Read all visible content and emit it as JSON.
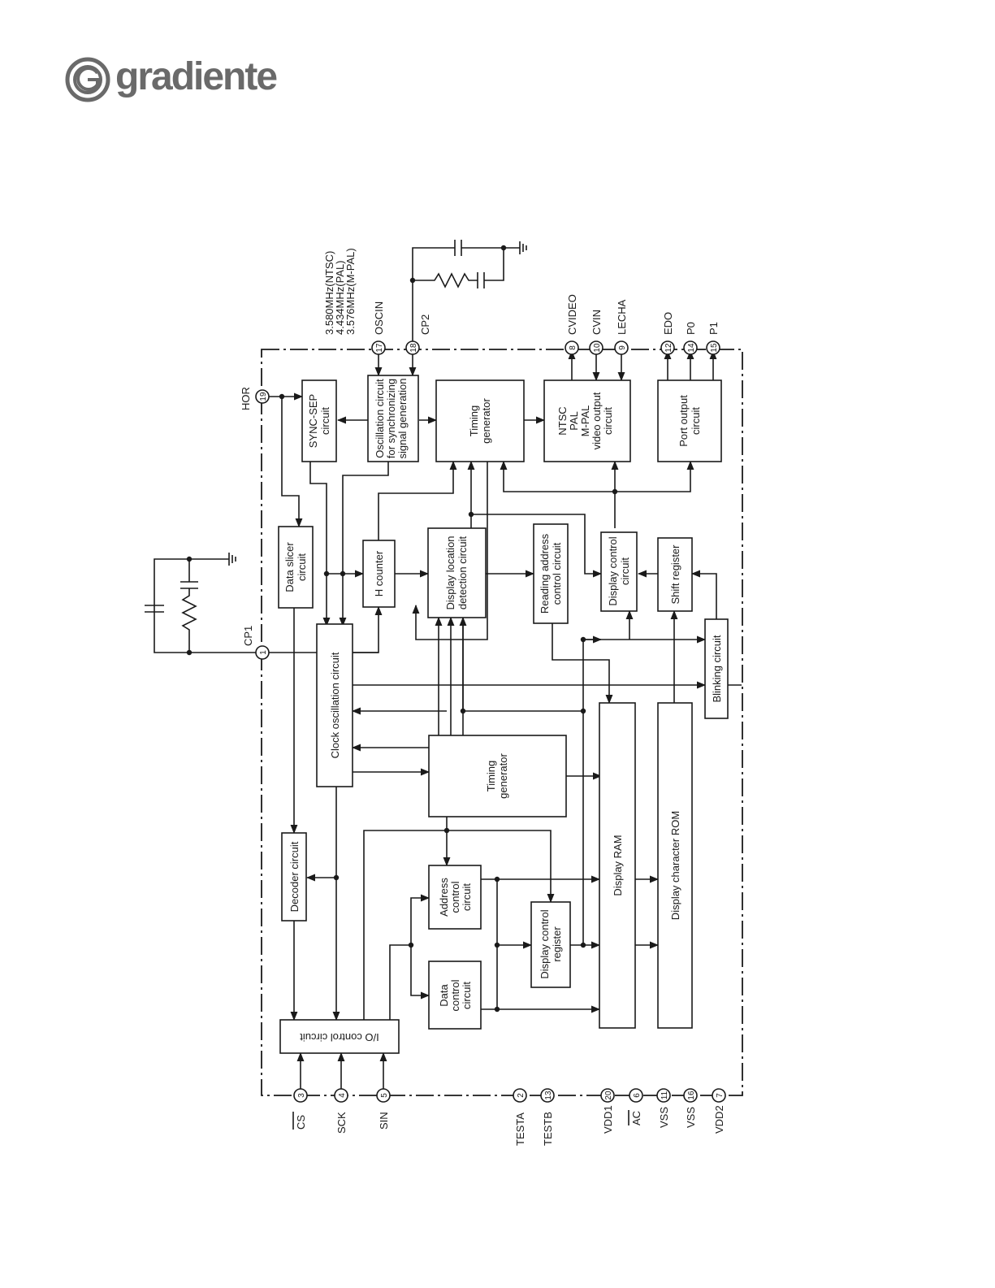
{
  "brand": {
    "name": "gradiente"
  },
  "blocks": {
    "sync_sep": [
      "SYNC-SEP",
      "circuit"
    ],
    "oscillation": [
      "Oscillation circuit",
      "for synchronizing",
      "signal generation"
    ],
    "timing_top": [
      "Timing",
      "generator"
    ],
    "video_output": [
      "NTSC",
      "PAL",
      "M-PAL",
      "video output",
      "circuit"
    ],
    "port_output": [
      "Port output",
      "circuit"
    ],
    "data_slicer": [
      "Data slicer",
      "circuit"
    ],
    "h_counter": [
      "H counter"
    ],
    "display_location": [
      "Display location",
      "detection circuit"
    ],
    "reading_address": [
      "Reading address",
      "control circuit"
    ],
    "display_control": [
      "Display control",
      "circuit"
    ],
    "shift_register": [
      "Shift register"
    ],
    "clock_oscillation": [
      "Clock oscillation circuit"
    ],
    "blinking": [
      "Blinking circuit"
    ],
    "timing_mid": [
      "Timing",
      "generator"
    ],
    "display_ram": [
      "Display RAM"
    ],
    "display_rom": [
      "Display character ROM"
    ],
    "decoder": [
      "Decoder circuit"
    ],
    "address_control": [
      "Address",
      "control",
      "circuit"
    ],
    "display_control_register": [
      "Display control",
      "register"
    ],
    "data_control": [
      "Data",
      "control",
      "circuit"
    ],
    "io_control": [
      "I/O control circuit"
    ]
  },
  "crystal_note": [
    "3.580MHz(NTSC)",
    "4.434MHz(PAL)",
    "3.576MHz(M-PAL)"
  ],
  "pins": {
    "hor": {
      "num": "19",
      "label": "HOR"
    },
    "oscin": {
      "num": "17",
      "label": "OSCIN"
    },
    "cp2": {
      "num": "18",
      "label": "CP2"
    },
    "cvideo": {
      "num": "8",
      "label": "CVIDEO"
    },
    "cvin": {
      "num": "10",
      "label": "CVIN"
    },
    "lecha": {
      "num": "9",
      "label": "LECHA"
    },
    "edo": {
      "num": "12",
      "label": "EDO"
    },
    "p0": {
      "num": "14",
      "label": "P0"
    },
    "p1": {
      "num": "15",
      "label": "P1"
    },
    "cp1": {
      "num": "1",
      "label": "CP1"
    },
    "cs": {
      "num": "3",
      "label": "CS"
    },
    "sck": {
      "num": "4",
      "label": "SCK"
    },
    "sin": {
      "num": "5",
      "label": "SIN"
    },
    "testa": {
      "num": "2",
      "label": "TESTA"
    },
    "testb": {
      "num": "13",
      "label": "TESTB"
    },
    "vdd1": {
      "num": "20",
      "label": "VDD1"
    },
    "ac": {
      "num": "6",
      "label": "AC"
    },
    "vss1": {
      "num": "11",
      "label": "VSS"
    },
    "vss2": {
      "num": "16",
      "label": "VSS"
    },
    "vdd2": {
      "num": "7",
      "label": "VDD2"
    }
  }
}
